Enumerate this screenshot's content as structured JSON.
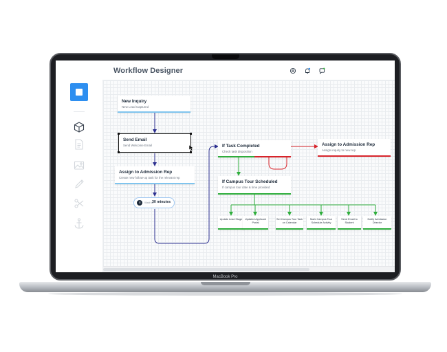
{
  "device": {
    "brand_label": "MacBook Pro"
  },
  "app": {
    "title": "Workflow Designer",
    "accent": "#2e8ff0",
    "sidebar_icons": [
      "cube-icon",
      "document-icon",
      "image-icon",
      "pen-icon",
      "scissors-icon",
      "anchor-icon"
    ],
    "top_icons": [
      "settings-icon",
      "bell-icon",
      "chat-icon"
    ]
  },
  "workflow": {
    "nodes": {
      "new_inquiry": {
        "title": "New Inquiry",
        "subtitle": "New Lead Captured"
      },
      "send_email": {
        "title": "Send Email",
        "subtitle": "Send Welcome Email"
      },
      "assign_rep": {
        "title": "Assign to Admission Rep",
        "subtitle": "Create new follow-up task for the relevant rep"
      },
      "wait": {
        "label": "Wait for",
        "value": "30 minutes"
      },
      "if_task": {
        "title": "If Task Completed",
        "subtitle": "Check task disposition"
      },
      "assign_rep_2": {
        "title": "Assign to Admission Rep",
        "subtitle": "Assign inquiry to new rep"
      },
      "if_tour": {
        "title": "If Campus Tour Scheduled",
        "subtitle": "If campus tour date & time provided"
      }
    },
    "actions": [
      "Update Lead Stage",
      "Updated Applicant Portal",
      "Set Campus Tour Task on Calendar",
      "Mark Campus Tour Schedule Activity",
      "Send Email to Student",
      "Notify Admission Director"
    ],
    "colors": {
      "blue": "#7fc4ee",
      "green": "#2fae3c",
      "red": "#d8232a",
      "connector": "#2c2f8f"
    }
  }
}
